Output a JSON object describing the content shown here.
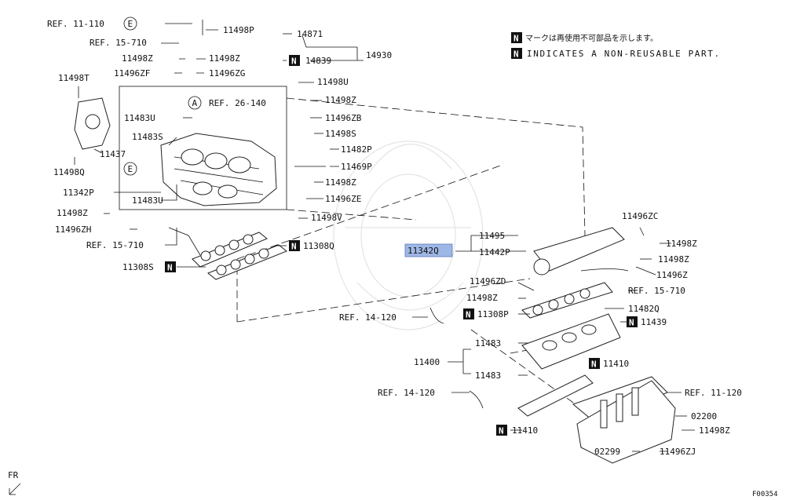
{
  "legend": {
    "badge": "N",
    "line_jp": "マークは再使用不可部品を示します。",
    "line_en": "INDICATES A NON-REUSABLE PART."
  },
  "circle_marks": {
    "e": "E",
    "a": "A"
  },
  "labels": {
    "ref_11_110": "REF. 11-110",
    "ref_15_710_top": "REF. 15-710",
    "p11498P": "11498P",
    "p14871": "14871",
    "p14839": "14839",
    "p14930": "14930",
    "p11498Z_a": "11498Z",
    "p11498Z_b": "11498Z",
    "p11496ZF": "11496ZF",
    "p11496ZG": "11496ZG",
    "p11498T": "11498T",
    "p11498U": "11498U",
    "ref_26_140": "REF. 26-140",
    "p11483U_a": "11483U",
    "p11498Z_c": "11498Z",
    "p11496ZB": "11496ZB",
    "p11483S": "11483S",
    "p11498S": "11498S",
    "p11437": "11437",
    "p11482P": "11482P",
    "p11469P": "11469P",
    "p11498Q": "11498Q",
    "p11498Z_d": "11498Z",
    "p11342P": "11342P",
    "p11496ZE": "11496ZE",
    "p11483U_b": "11483U",
    "p11498Z_e": "11498Z",
    "p11498V": "11498V",
    "p11496ZH": "11496ZH",
    "ref_15_710_mid": "REF. 15-710",
    "p11308Q": "11308Q",
    "p11308S": "11308S",
    "p11496ZC": "11496ZC",
    "p11495": "11495",
    "p11498Z_f": "11498Z",
    "p11342Q": "11342Q",
    "p11442P": "11442P",
    "p11498Z_g": "11498Z",
    "p11496Z": "11496Z",
    "p11496ZD": "11496ZD",
    "ref_15_710_right": "REF. 15-710",
    "p11498Z_h": "11498Z",
    "p11482Q": "11482Q",
    "ref_14_120_a": "REF. 14-120",
    "p11308P": "11308P",
    "p11439": "11439",
    "p11483_a": "11483",
    "p11400": "11400",
    "p11410_a": "11410",
    "p11483_b": "11483",
    "ref_14_120_b": "REF. 14-120",
    "ref_11_120": "REF. 11-120",
    "p02200": "02200",
    "p11498Z_i": "11498Z",
    "p11410_b": "11410",
    "p02299": "02299",
    "p11496ZJ": "11496ZJ"
  },
  "front_marker": "FR",
  "figure_code": "F00354",
  "highlight_color": "#9eb8e6"
}
